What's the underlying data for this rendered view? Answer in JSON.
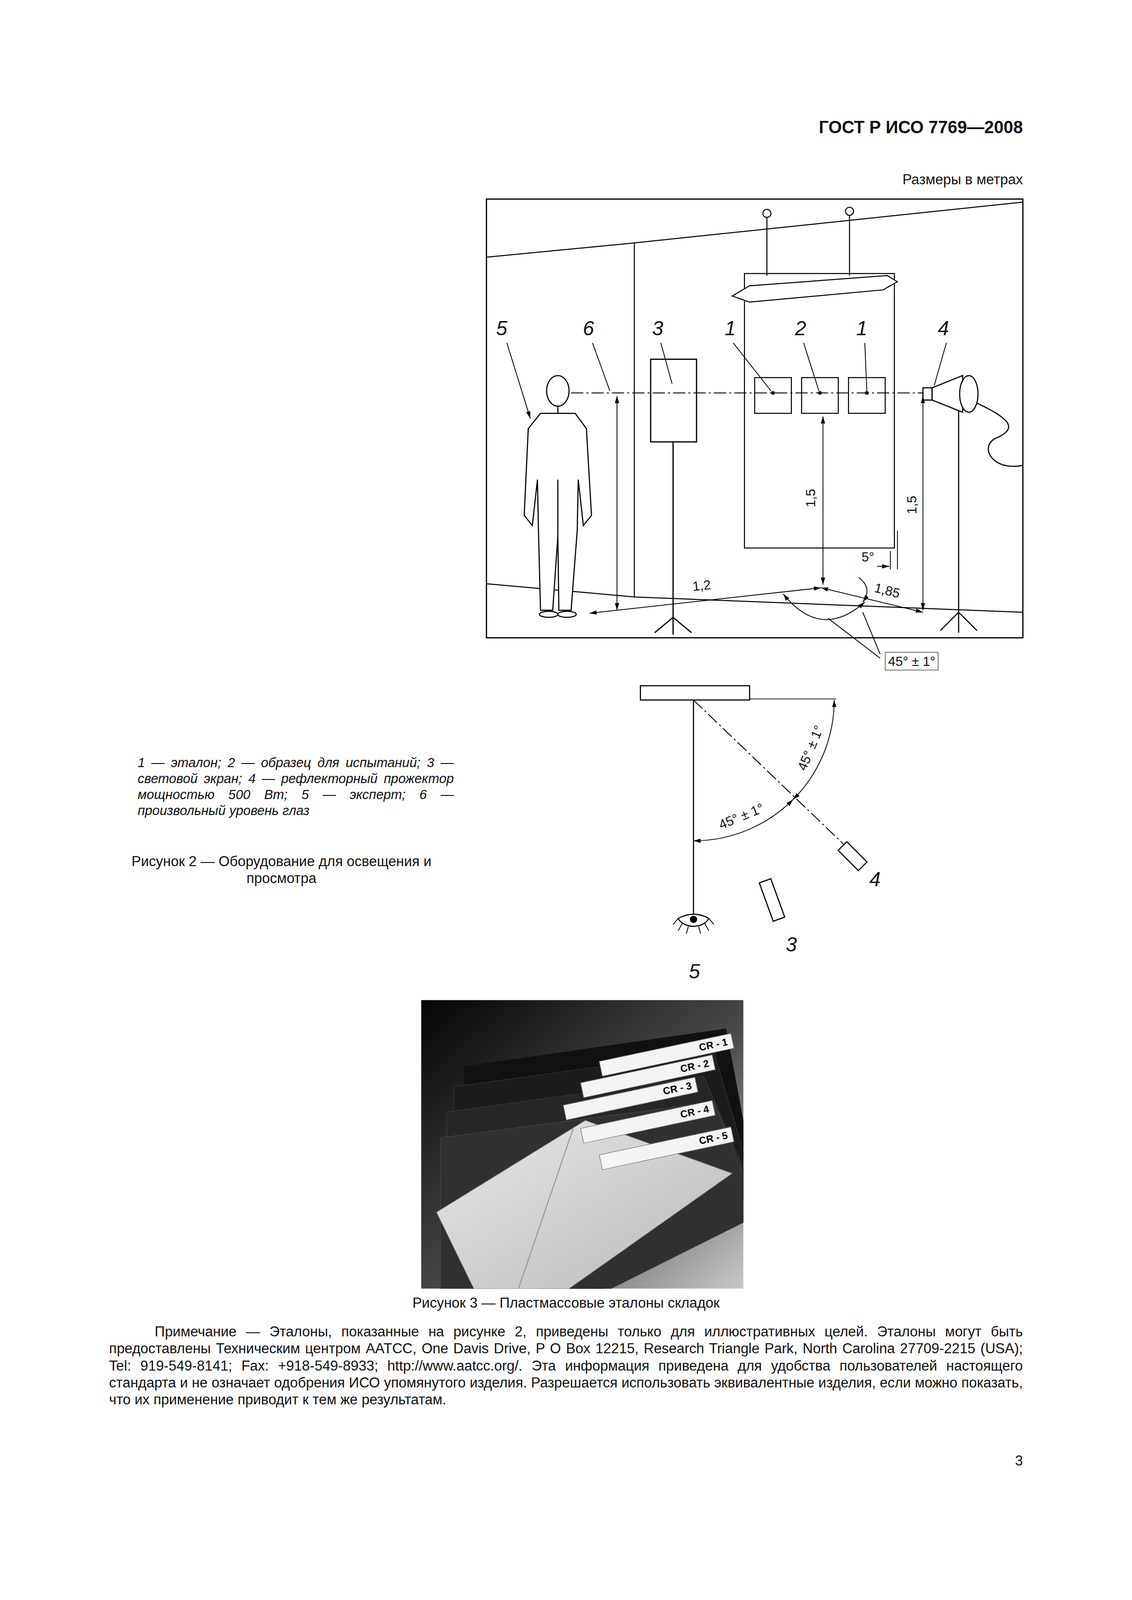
{
  "diagram": {
    "title": "ГОСТ Р ИСО 7769—2008",
    "caption": "Рисунок 2 — Оборудование для освещения и просмотра",
    "nodes": [
      {
        "text": [
          "CR - 1"
        ]
      },
      {
        "text": [
          "CR - 2"
        ]
      },
      {
        "text": [
          "CR - 3"
        ]
      },
      {
        "text": [
          "CR - 4"
        ]
      },
      {
        "text": [
          "CR - 5"
        ]
      }
    ],
    "labels": [
      "Размеры в метрах",
      "5",
      "6",
      "3",
      "1",
      "2",
      "1",
      "4",
      "1,5",
      "1,5",
      "5°",
      "1,2",
      "1,85",
      "45° ± 1°",
      "45° ± 1°",
      "45° ± 1°",
      "4",
      "3",
      "5",
      "1 — эталон; 2 — образец для испытаний; 3 — световой экран; 4 — рефлекторный прожектор мощностью 500 Вт; 5 — эксперт; 6 — произвольный уровень глаз",
      "Рисунок 3 — Пластмассовые эталоны складок",
      "Примечание — Эталоны, показанные на рисунке 2, приведены только для иллюстративных целей. Эталоны могут быть предоставлены Техническим центром AATCC, One Davis Drive, P O Box 12215, Research Triangle Park, North Carolina 27709-2215 (USA); Tel: 919-549-8141; Fax: +918-549-8933; http://www.aatcc.org/. Эта информация приведена для удобства пользователей настоящего стандарта и не означает одобрения ИСО упомянутого изделия. Разрешается использовать эквивалентные изделия, если можно показать, что их применение приводит к тем же результатам.",
      "3"
    ]
  }
}
